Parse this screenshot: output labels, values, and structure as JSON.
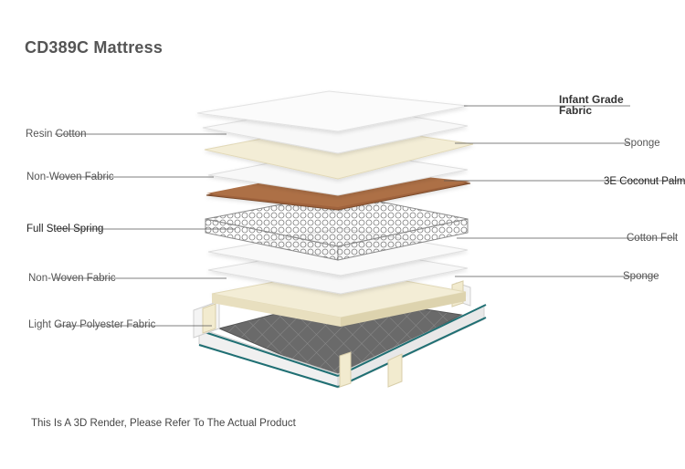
{
  "title": "CD389C Mattress",
  "footer": "This Is A 3D Render, Please Refer To The Actual Product",
  "left_labels": [
    {
      "text": "Resin Cotton"
    },
    {
      "text": "Non-Woven Fabric"
    },
    {
      "text": "Full Steel Spring"
    },
    {
      "text": "Non-Woven Fabric"
    },
    {
      "text": "Light Gray Polyester Fabric"
    }
  ],
  "right_labels": [
    {
      "text": "Infant Grade Fabric"
    },
    {
      "text": "Sponge"
    },
    {
      "text": "3E Coconut Palm"
    },
    {
      "text": "Cotton Felt"
    },
    {
      "text": "Sponge"
    }
  ],
  "colors": {
    "fabric": "#f6f6f6",
    "sponge": "#f3edd6",
    "coconut": "#a0643c",
    "spring": "#8c8c8c",
    "base": "#6c6c6c",
    "teal": "#1f6f73",
    "line": "#555555"
  }
}
